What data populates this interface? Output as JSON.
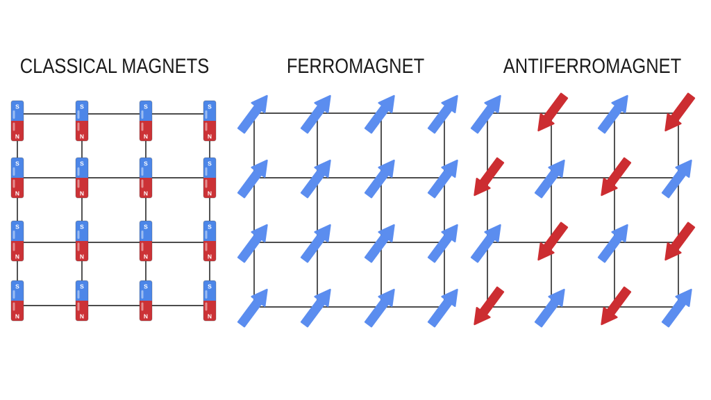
{
  "colors": {
    "background": "#ffffff",
    "title_text": "#1a1a1a",
    "lattice_line": "#333333",
    "magnet_blue": "#4c86e8",
    "magnet_red": "#cc3236",
    "magnet_outline": "rgba(70,70,70,0.35)",
    "magnet_highlight": "rgba(255,255,255,0.45)",
    "arrow_blue": "#5b8def",
    "arrow_red": "#cc2d31"
  },
  "panels": {
    "classical": {
      "title": "CLASSICAL MAGNETS",
      "pole_top_label": "S",
      "pole_bottom_label": "N",
      "columns_x": [
        25,
        118,
        210,
        302
      ],
      "magnet_row_tops_y": [
        145,
        227,
        318,
        404
      ],
      "hlines_y": [
        164,
        256,
        349,
        440
      ],
      "vline_span_y": [
        164,
        440
      ],
      "magnet": {
        "width": 18,
        "height": 58,
        "corner": 3
      }
    },
    "ferromagnet": {
      "title": "FERROMAGNET",
      "columns_x": [
        366,
        457,
        549,
        640
      ],
      "rows_y": [
        163,
        256,
        349,
        442
      ],
      "spins": [
        [
          "up",
          "up",
          "up",
          "up"
        ],
        [
          "up",
          "up",
          "up",
          "up"
        ],
        [
          "up",
          "up",
          "up",
          "up"
        ],
        [
          "up",
          "up",
          "up",
          "up"
        ]
      ]
    },
    "antiferromagnet": {
      "title": "ANTIFERROMAGNET",
      "columns_x": [
        702,
        794,
        885,
        977
      ],
      "rows_y": [
        163,
        256,
        349,
        442
      ],
      "spins": [
        [
          "up",
          "down",
          "up",
          "down"
        ],
        [
          "down",
          "up",
          "down",
          "up"
        ],
        [
          "up",
          "down",
          "up",
          "down"
        ],
        [
          "down",
          "up",
          "down",
          "up"
        ]
      ]
    }
  },
  "spin_arrow": {
    "up_direction_deg": -53.5,
    "down_direction_deg": 126.5,
    "length": 62
  }
}
